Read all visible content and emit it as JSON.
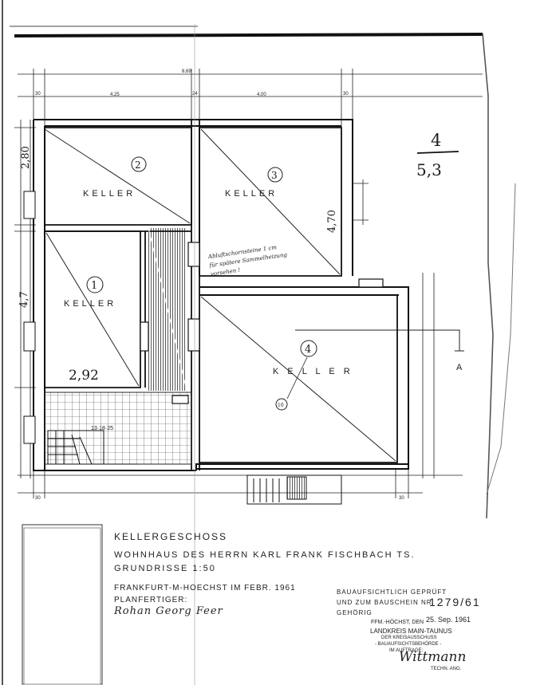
{
  "rooms": [
    {
      "number": "2",
      "label": "KELLER"
    },
    {
      "number": "3",
      "label": "KELLER"
    },
    {
      "number": "1",
      "label": "KELLER"
    },
    {
      "number": "4",
      "label": "K E L L E R"
    }
  ],
  "dimensions": {
    "top_total": "8,69",
    "top_left": "4,25",
    "top_right": "4,00",
    "left_wall": "30",
    "middle_wall": "24",
    "right_wall": "30",
    "bottom_left": "30",
    "bottom_right": "30",
    "left_upper": "2,80",
    "left_lower": "4,7",
    "room3_height": "4,70",
    "room1_width": "2,92",
    "stairs": "13·18·25",
    "room4_mark": "10"
  },
  "section_marker": "A",
  "fraction": {
    "numerator": "4",
    "denominator": "5,3"
  },
  "note": [
    "Abluftschornsteine 1 cm",
    "für spätere Sammelheizung",
    "vorsehen !"
  ],
  "title_block": {
    "drawing_title": "KELLERGESCHOSS",
    "project": "WOHNHAUS DES HERRN KARL FRANK FISCHBACH TS.",
    "scale": "GRUNDRISSE 1:50",
    "place_date": "FRANKFURT-M-HOECHST IM FEBR. 1961",
    "drafter_label": "PLANFERTIGER:",
    "signature": "Rohan Georg Feer"
  },
  "approval_stamp": {
    "line1": "BAUAUFSICHTLICH GEPRÜFT",
    "line2": "UND ZUM BAUSCHEIN NR.",
    "permit_number": "1279/61",
    "line3": "GEHÖRIG",
    "place_label": "FFM.-HÖCHST, DEN",
    "date": "25. Sep. 1961",
    "authority": "LANDKREIS MAIN-TAUNUS",
    "authority_sub1": "DER KREISAUSSCHUSS",
    "authority_sub2": "- BAUAUFSICHTSBEHÖRDE -",
    "on_behalf": "IM AUFTRAGE:",
    "signature": "Wittmann",
    "role": "TECHN. ANG."
  }
}
